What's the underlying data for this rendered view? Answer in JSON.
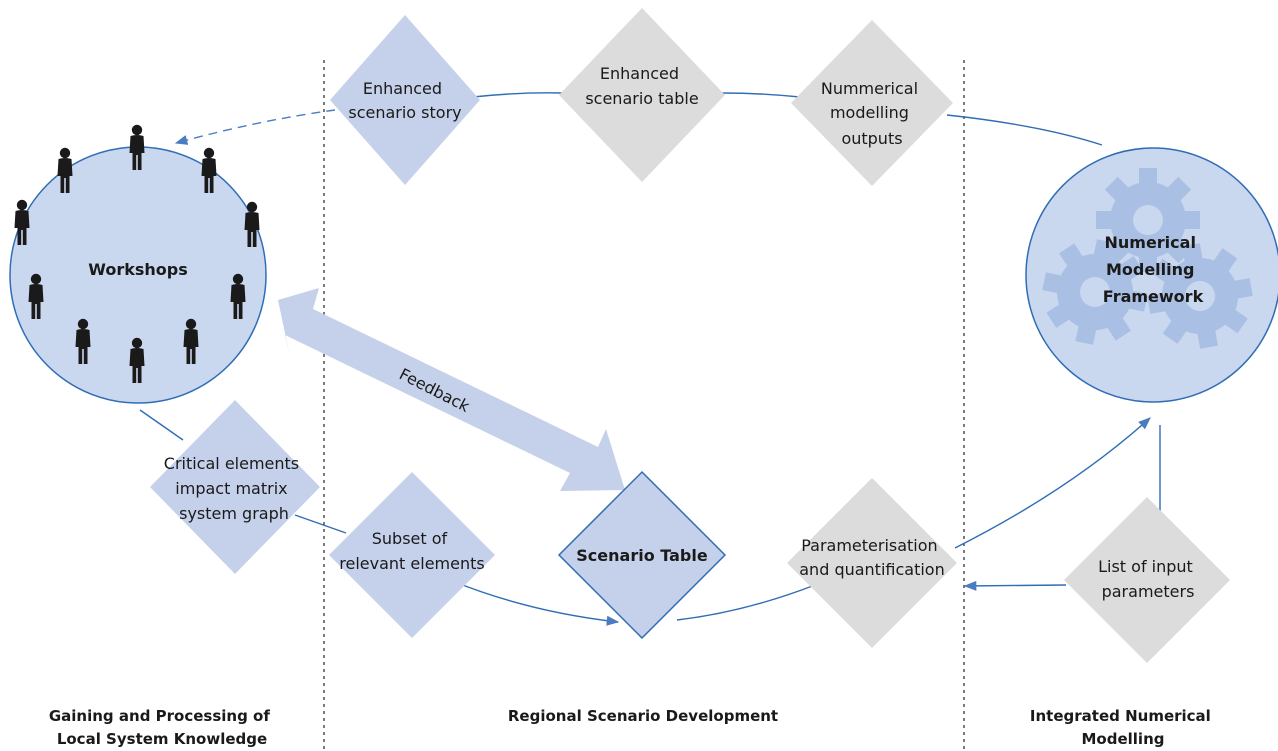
{
  "colors": {
    "blue_fill": "#c5d1ea",
    "grey_fill": "#dcdcdc",
    "circle_fill": "#c9d7ef",
    "line": "#2f6db5",
    "dashed_line": "#4a7cc0",
    "gear_fill": "#a9bfe3",
    "person_fill": "#1a1a1a"
  },
  "icons": [
    "person-icon",
    "gear-icon"
  ],
  "nodes": {
    "workshops": "Workshops",
    "framework": [
      "Numerical",
      "Modelling",
      "Framework"
    ],
    "enhanced_story": [
      "Enhanced",
      "scenario story"
    ],
    "enhanced_table": [
      "Enhanced",
      "scenario table"
    ],
    "numerical_outputs": [
      "Nummerical",
      "modelling",
      "outputs"
    ],
    "critical_elements": [
      "Critical elements",
      "impact matrix",
      "system graph"
    ],
    "subset": [
      "Subset of",
      "relevant elements"
    ],
    "scenario_table": "Scenario Table",
    "parameterisation": [
      "Parameterisation",
      "and quantification"
    ],
    "input_params": [
      "List of input",
      "parameters"
    ]
  },
  "feedback_label": "Feedback",
  "columns": {
    "left": [
      "Gaining and Processing of",
      "Local System Knowledge"
    ],
    "middle": "Regional Scenario Development",
    "right": [
      "Integrated Numerical",
      "Modelling"
    ]
  }
}
